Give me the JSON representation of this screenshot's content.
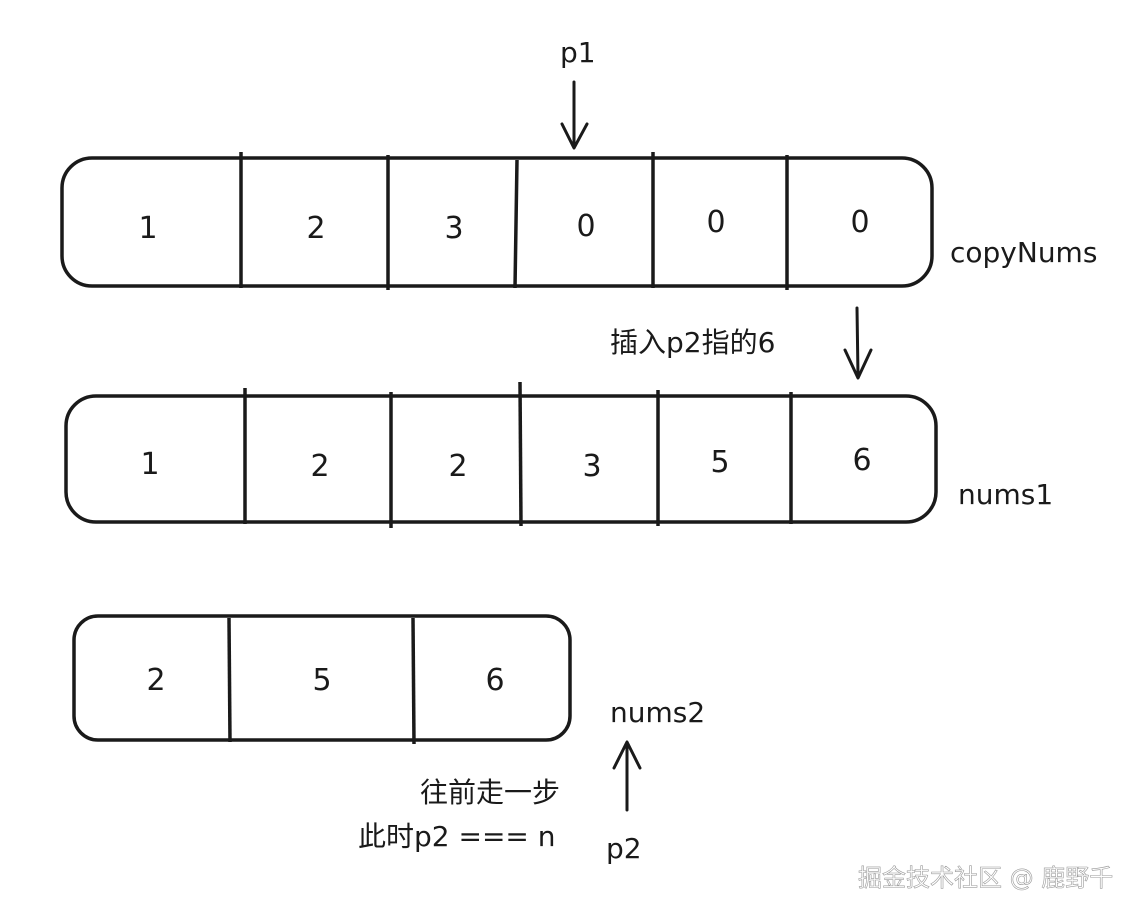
{
  "arrays": {
    "copyNums": {
      "label": "copyNums",
      "cells": [
        "1",
        "2",
        "3",
        "0",
        "0",
        "0"
      ]
    },
    "nums1": {
      "label": "nums1",
      "cells": [
        "1",
        "2",
        "2",
        "3",
        "5",
        "6"
      ]
    },
    "nums2": {
      "label": "nums2",
      "cells": [
        "2",
        "5",
        "6"
      ]
    }
  },
  "pointers": {
    "p1": "p1",
    "p2": "p2"
  },
  "annotations": {
    "insert": "插入p2指的6",
    "step": "往前走一步",
    "condition": "此时p2 === n"
  },
  "watermark": "掘金技术社区 @ 鹿野千"
}
